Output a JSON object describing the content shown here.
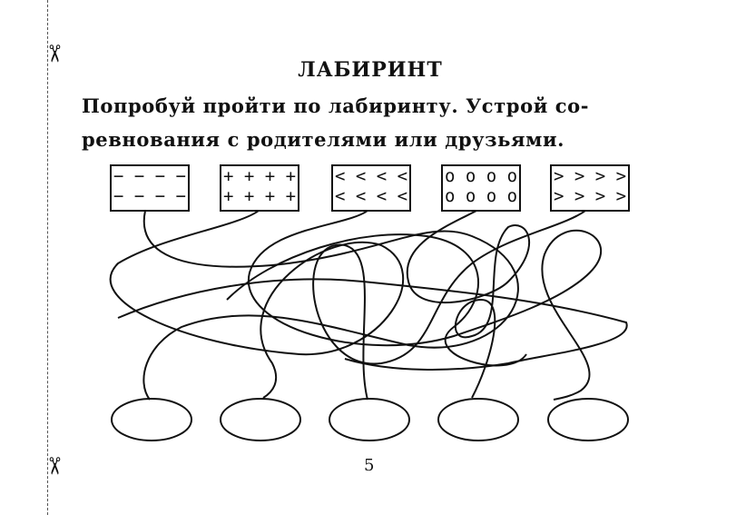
{
  "title": "ЛАБИРИНТ",
  "instructions": {
    "line1": "Попробуй пройти по лабиринту. Устрой со-",
    "line2": "ревнования с родителями или друзьями."
  },
  "boxes": [
    {
      "row1": "− − − −",
      "row2": "− − − −"
    },
    {
      "row1": "+ + + +",
      "row2": "+ + + +"
    },
    {
      "row1": "< < < <",
      "row2": "< < < <"
    },
    {
      "row1": "o o o o",
      "row2": "o o o o"
    },
    {
      "row1": "> > > >",
      "row2": "> > > >"
    }
  ],
  "page_number": "5",
  "icons": {
    "scissors": "✂"
  }
}
